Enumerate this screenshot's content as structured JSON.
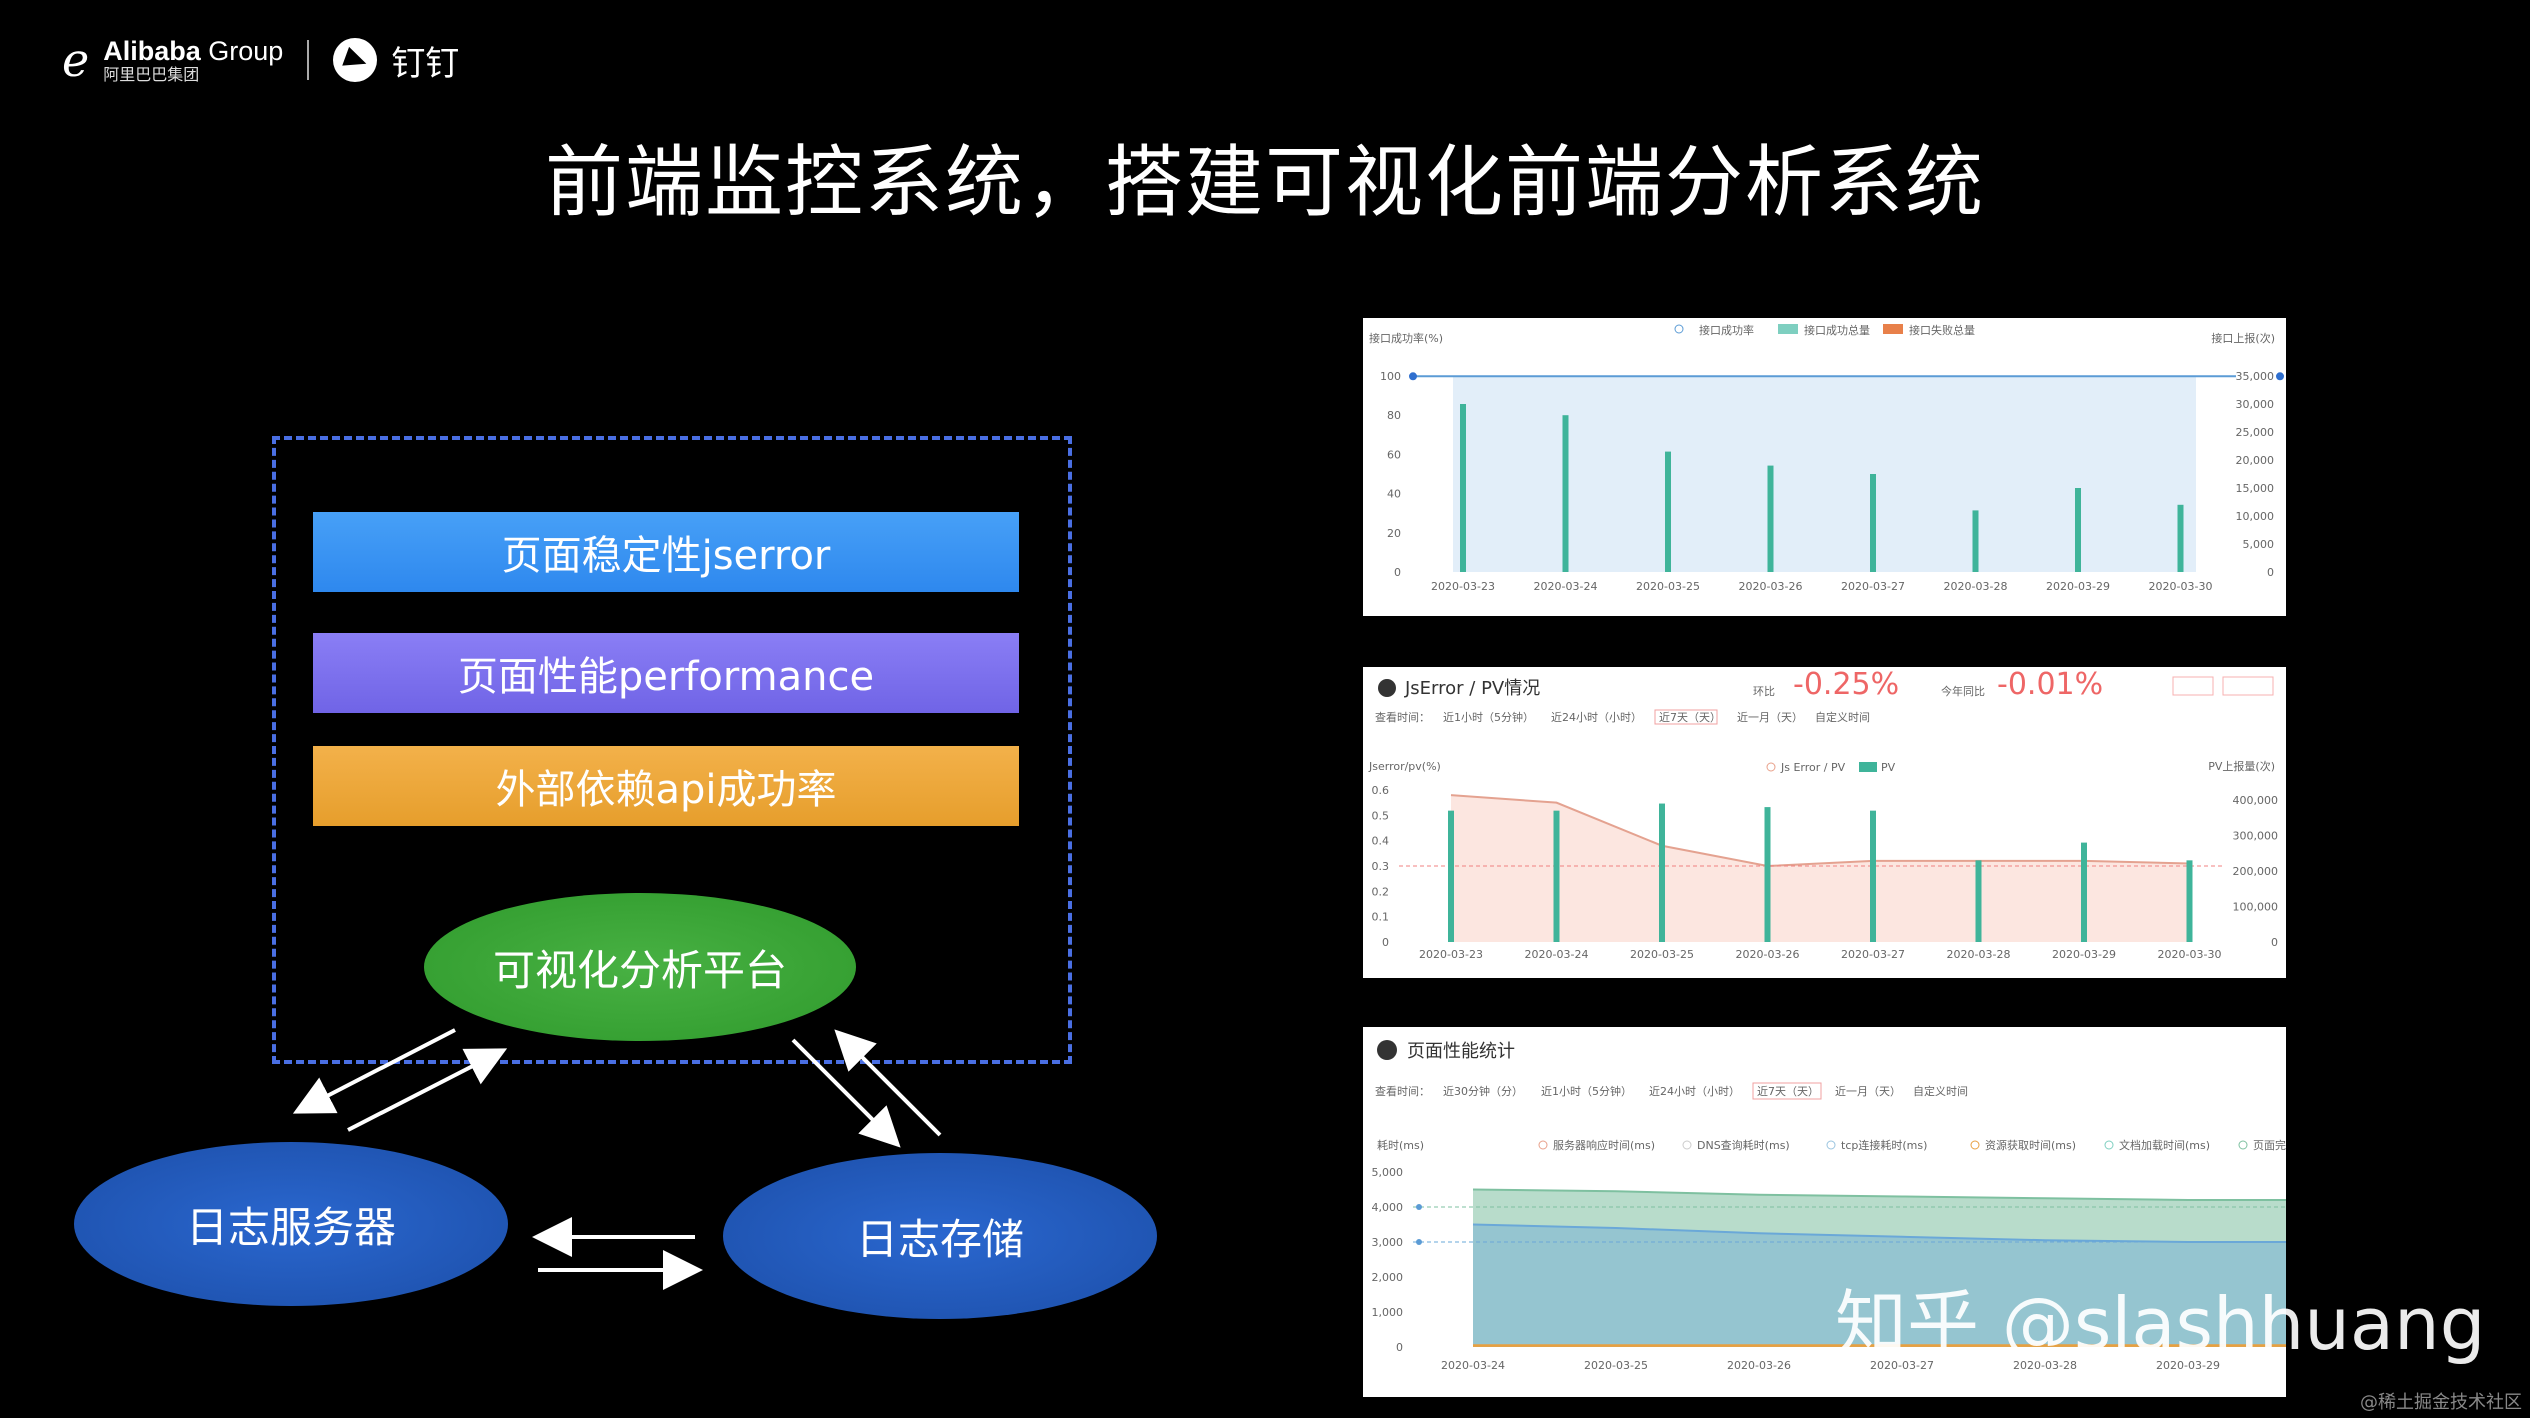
{
  "brand": {
    "logo_mark": "e",
    "group_name": "Alibaba",
    "group_suffix": " Group",
    "group_sub": "阿里巴巴集团",
    "app_name": "钉钉"
  },
  "title": "前端监控系统，搭建可视化前端分析系统",
  "diagram": {
    "bars": [
      "页面稳定性jserror",
      "页面性能performance",
      "外部依赖api成功率"
    ],
    "platform": "可视化分析平台",
    "log_server": "日志服务器",
    "log_storage": "日志存储"
  },
  "panel1": {
    "y_left_label": "接口成功率(%)",
    "y_right_label": "接口上报(次)",
    "legend": [
      "接口成功率",
      "接口成功总量",
      "接口失败总量"
    ],
    "y_left_ticks": [
      "100",
      "80",
      "60",
      "40",
      "20",
      "0"
    ],
    "y_right_ticks": [
      "35,000",
      "30,000",
      "25,000",
      "20,000",
      "15,000",
      "10,000",
      "5,000",
      "0"
    ],
    "right_marker": "99.85",
    "dates": [
      "2020-03-23",
      "2020-03-24",
      "2020-03-25",
      "2020-03-26",
      "2020-03-27",
      "2020-03-28",
      "2020-03-29",
      "2020-03-30"
    ]
  },
  "panel2": {
    "title": "JsError / PV情况",
    "stat1_label": "环比",
    "stat1_value": "-0.25%",
    "stat2_label": "今年同比",
    "stat2_value": "-0.01%",
    "filters": [
      "查看时间：",
      "近1小时（5分钟）",
      "近24小时（小时）",
      "近7天（天）",
      "近一月（天）",
      "自定义时间"
    ],
    "legend": [
      "Js Error / PV",
      "PV"
    ],
    "y_left_label": "Jserror/pv(%)",
    "y_right_label": "PV上报量(次)",
    "y_left_ticks": [
      "0.6",
      "0.5",
      "0.4",
      "0.3",
      "0.2",
      "0.1",
      "0"
    ],
    "y_right_ticks": [
      "400,000",
      "300,000",
      "200,000",
      "100,000",
      "0"
    ],
    "dates": [
      "2020-03-23",
      "2020-03-24",
      "2020-03-25",
      "2020-03-26",
      "2020-03-27",
      "2020-03-28",
      "2020-03-29",
      "2020-03-30"
    ]
  },
  "panel3": {
    "title": "页面性能统计",
    "filters": [
      "查看时间：",
      "近30分钟（分）",
      "近1小时（5分钟）",
      "近24小时（小时）",
      "近7天（天）",
      "近一月（天）",
      "自定义时间"
    ],
    "y_label": "耗时(ms)",
    "legend": [
      "服务器响应时间(ms)",
      "DNS查询耗时(ms)",
      "tcp连接耗时(ms)",
      "资源获取时间(ms)",
      "文档加载时间(ms)",
      "页面完全加载时间(ms)"
    ],
    "y_ticks": [
      "5,000",
      "4,000",
      "3,000",
      "2,000",
      "1,000",
      "0"
    ],
    "dates": [
      "2020-03-24",
      "2020-03-25",
      "2020-03-26",
      "2020-03-27",
      "2020-03-28",
      "2020-03-29"
    ]
  },
  "watermark": "知乎 @slashhuang",
  "corner_credit": "@稀土掘金技术社区",
  "chart_data": [
    {
      "type": "bar",
      "categories": [
        "2020-03-23",
        "2020-03-24",
        "2020-03-25",
        "2020-03-26",
        "2020-03-27",
        "2020-03-28",
        "2020-03-29",
        "2020-03-30"
      ],
      "series": [
        {
          "name": "接口成功总量",
          "values": [
            30000,
            28000,
            21500,
            19000,
            17500,
            11000,
            15000,
            12000
          ]
        },
        {
          "name": "接口成功率",
          "values": [
            99.85,
            99.85,
            99.85,
            99.85,
            99.85,
            99.85,
            99.85,
            99.85
          ]
        }
      ],
      "ylim": [
        0,
        100
      ],
      "y2lim": [
        0,
        35000
      ]
    },
    {
      "type": "bar",
      "categories": [
        "2020-03-23",
        "2020-03-24",
        "2020-03-25",
        "2020-03-26",
        "2020-03-27",
        "2020-03-28",
        "2020-03-29",
        "2020-03-30"
      ],
      "series": [
        {
          "name": "PV",
          "values": [
            370000,
            370000,
            390000,
            380000,
            370000,
            230000,
            280000,
            230000
          ]
        },
        {
          "name": "Js Error / PV",
          "values": [
            0.58,
            0.55,
            0.38,
            0.3,
            0.32,
            0.32,
            0.32,
            0.31
          ]
        }
      ],
      "ylim": [
        0,
        0.6
      ],
      "y2lim": [
        0,
        400000
      ]
    },
    {
      "type": "area",
      "x": [
        "2020-03-24",
        "2020-03-25",
        "2020-03-26",
        "2020-03-27",
        "2020-03-28",
        "2020-03-29"
      ],
      "series": [
        {
          "name": "页面完全加载时间(ms)",
          "values": [
            4500,
            4450,
            4350,
            4300,
            4250,
            4200
          ]
        },
        {
          "name": "文档加载时间(ms)",
          "values": [
            3500,
            3400,
            3250,
            3150,
            3050,
            3000
          ]
        },
        {
          "name": "服务器响应时间(ms)",
          "values": [
            50,
            50,
            50,
            50,
            50,
            50
          ]
        }
      ],
      "ylim": [
        0,
        5000
      ]
    }
  ]
}
